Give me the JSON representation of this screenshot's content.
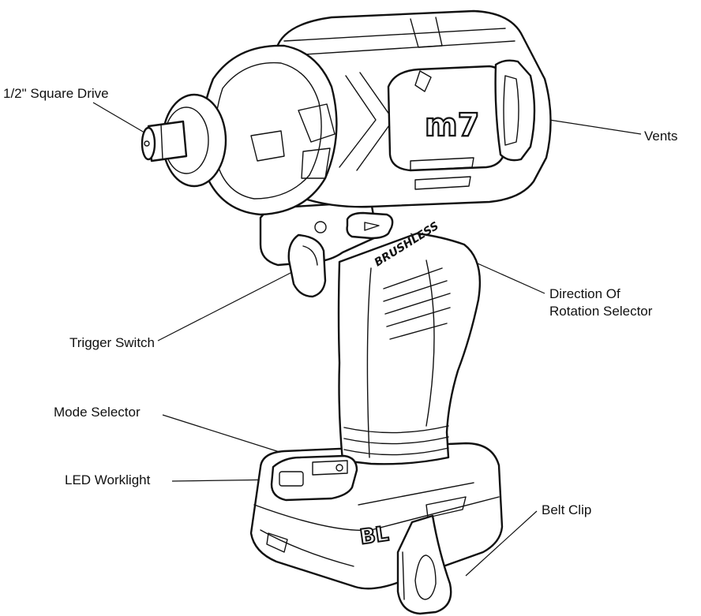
{
  "labels": {
    "square_drive": "1/2\" Square Drive",
    "vents": "Vents",
    "direction_line1": "Direction Of",
    "direction_line2": "Rotation Selector",
    "trigger": "Trigger Switch",
    "mode_selector": "Mode Selector",
    "led_worklight": "LED Worklight",
    "belt_clip": "Belt Clip"
  },
  "markings": {
    "logo": "m7",
    "brushless": "BRUSHLESS",
    "battery_badge": "BL"
  }
}
